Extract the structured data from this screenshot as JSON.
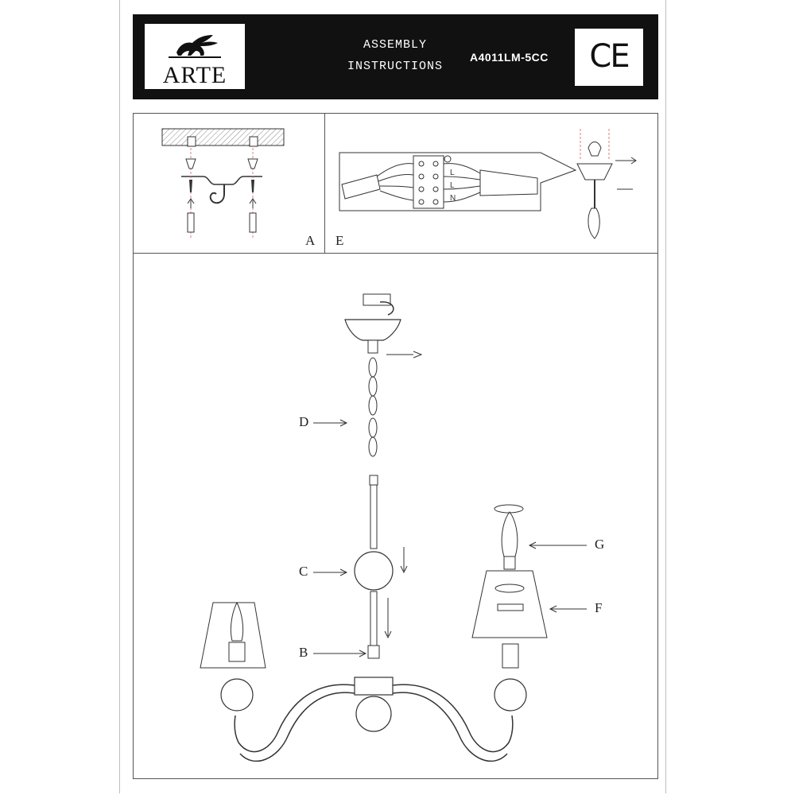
{
  "header": {
    "brand": "ARTE",
    "title_line1": "ASSEMBLY",
    "title_line2": "INSTRUCTIONS",
    "model": "A4011LM-5CC",
    "cert_mark": "CE",
    "logo_icon": "winged-lion-icon"
  },
  "steps": {
    "a": "A",
    "e": "E"
  },
  "terminal_labels": [
    "N",
    "L",
    "L"
  ],
  "parts": {
    "b": "B",
    "c": "C",
    "d": "D",
    "f": "F",
    "g": "G"
  }
}
